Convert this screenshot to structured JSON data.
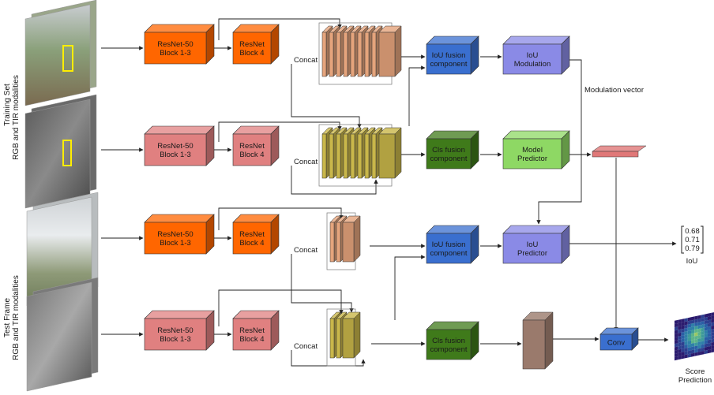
{
  "colors": {
    "resnet_rgb": "#ff6600",
    "resnet_tir": "#e08080",
    "concat_rgb": "#e5a47c",
    "concat_tir": "#c9b74a",
    "fusion_iou": "#3a6fcf",
    "fusion_cls": "#3f7a1a",
    "iou_module": "#8a8ae6",
    "model_predictor": "#8ed864",
    "modulation_vector": "#e07878",
    "conv": "#3a6fcf",
    "feature_map": "#9a7a6c"
  },
  "labels": {
    "training_set": "Training Set",
    "training_modalities": "RGB and TIR modalities",
    "test_frame": "Test Frame",
    "test_modalities": "RGB and TIR modalities",
    "resnet50": [
      "ResNet-50",
      "Block 1-3"
    ],
    "resnet4": [
      "ResNet",
      "Block 4"
    ],
    "concat": "Concat",
    "iou_fusion": [
      "IoU fusion",
      "component"
    ],
    "cls_fusion": [
      "Cls fusion",
      "component"
    ],
    "iou_modulation": [
      "IoU",
      "Modulation"
    ],
    "model_predictor": [
      "Model",
      "Predictor"
    ],
    "iou_predictor": [
      "IoU",
      "Predictor"
    ],
    "modulation_vector": "Modulation vector",
    "conv": "Conv",
    "iou_values": [
      "0.68",
      "0.71",
      "0.79"
    ],
    "iou": "IoU",
    "score_prediction": [
      "Score",
      "Prediction"
    ]
  }
}
